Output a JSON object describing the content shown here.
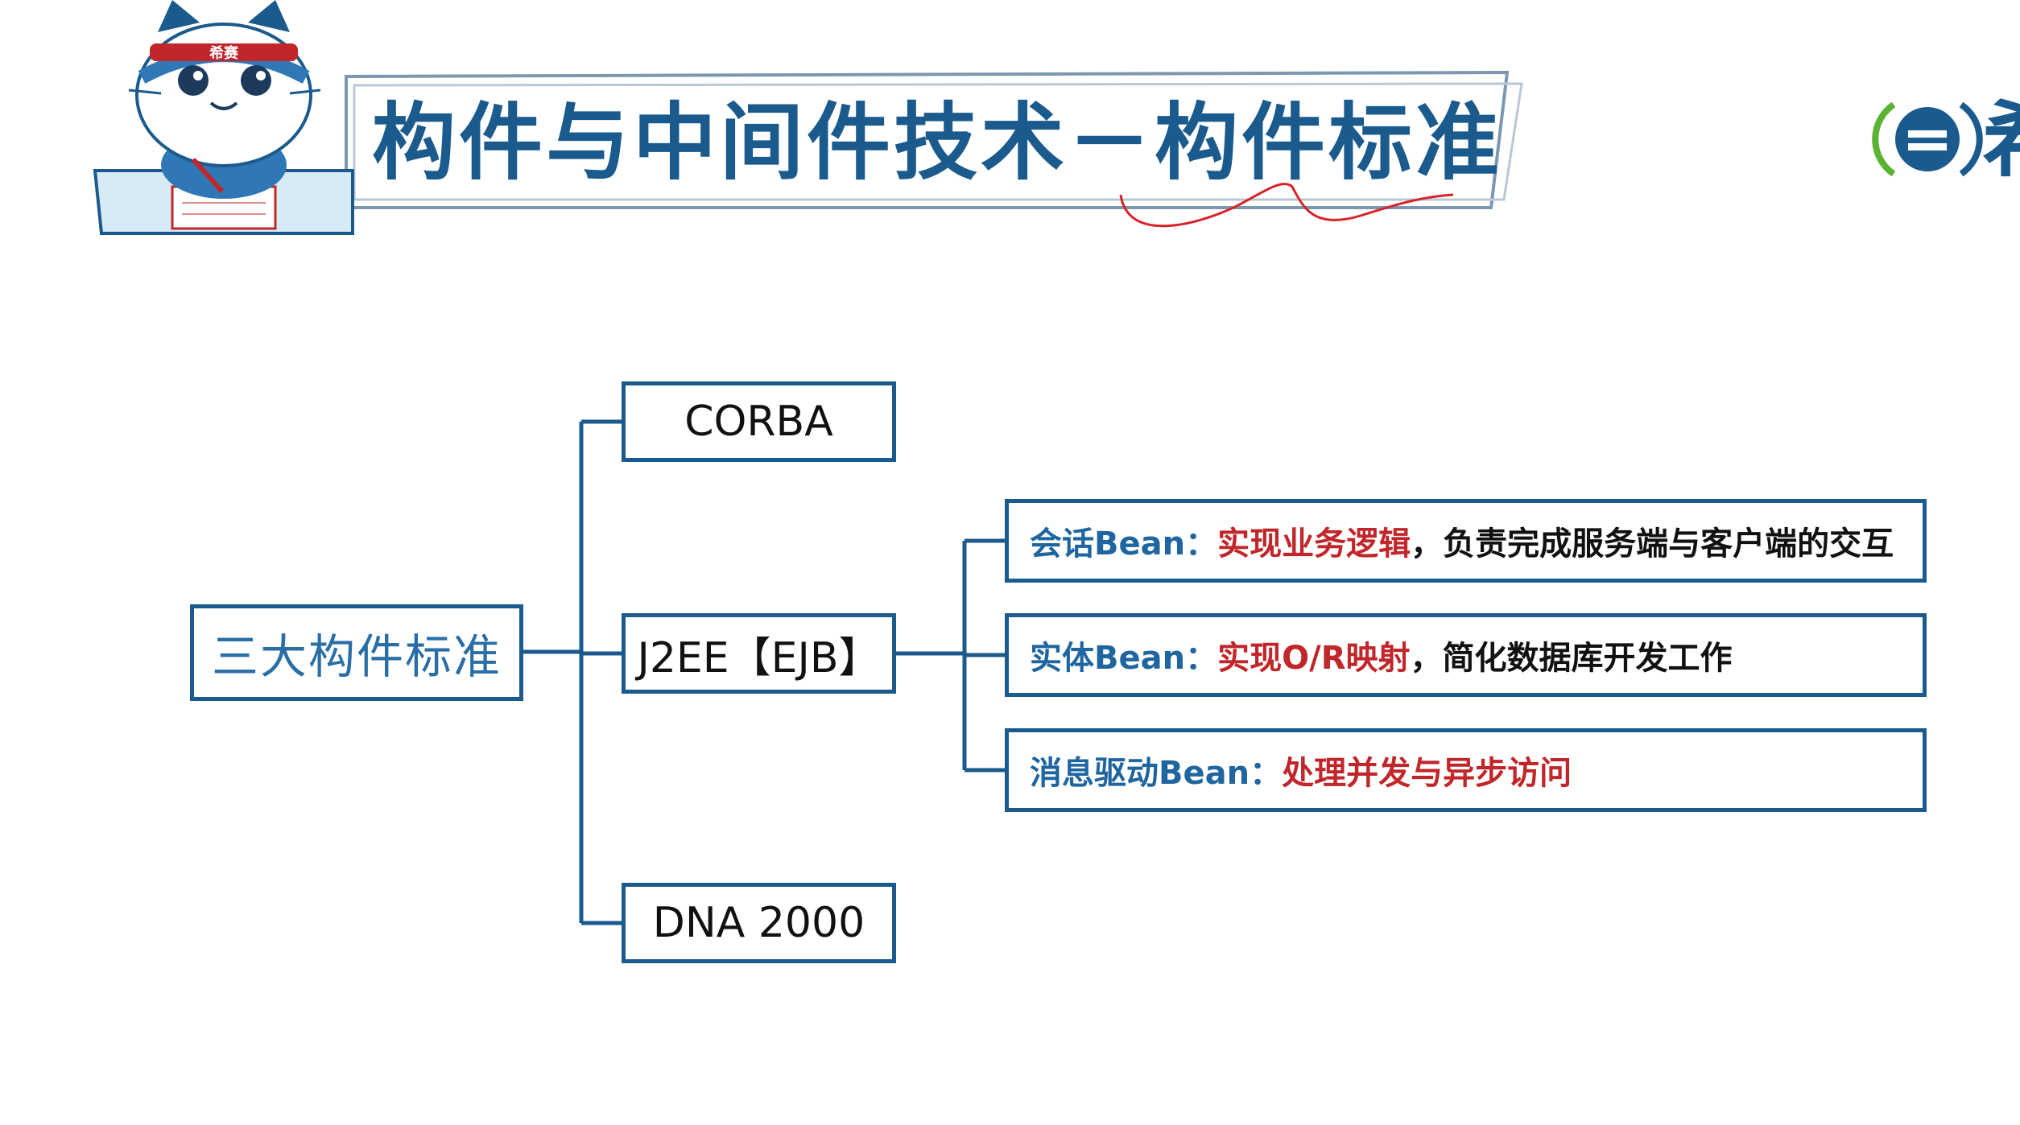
{
  "header": {
    "title_main": "构件与中间件技术－",
    "title_highlight": "构件标准",
    "brand_partial": "希",
    "mascot_band_text": "希赛",
    "logo_icon": "xisai-circle-logo-icon"
  },
  "diagram": {
    "root": "三大构件标准",
    "children": [
      {
        "label": "CORBA"
      },
      {
        "label": "J2EE【EJB】"
      },
      {
        "label": "DNA 2000"
      }
    ],
    "ejb_details": [
      {
        "term": "会话Bean：",
        "highlight": "实现业务逻辑",
        "rest": "，负责完成服务端与客户端的交互"
      },
      {
        "term": "实体Bean：",
        "highlight": "实现O/R映射",
        "rest": "，简化数据库开发工作"
      },
      {
        "term": "消息驱动Bean：",
        "highlight": "处理并发与异步访问",
        "rest": ""
      }
    ]
  },
  "colors": {
    "primary_blue": "#1b5a8c",
    "term_blue": "#1f66a0",
    "highlight_red": "#c0262a",
    "annotation_red": "#d8232a",
    "logo_green": "#5ab332"
  }
}
